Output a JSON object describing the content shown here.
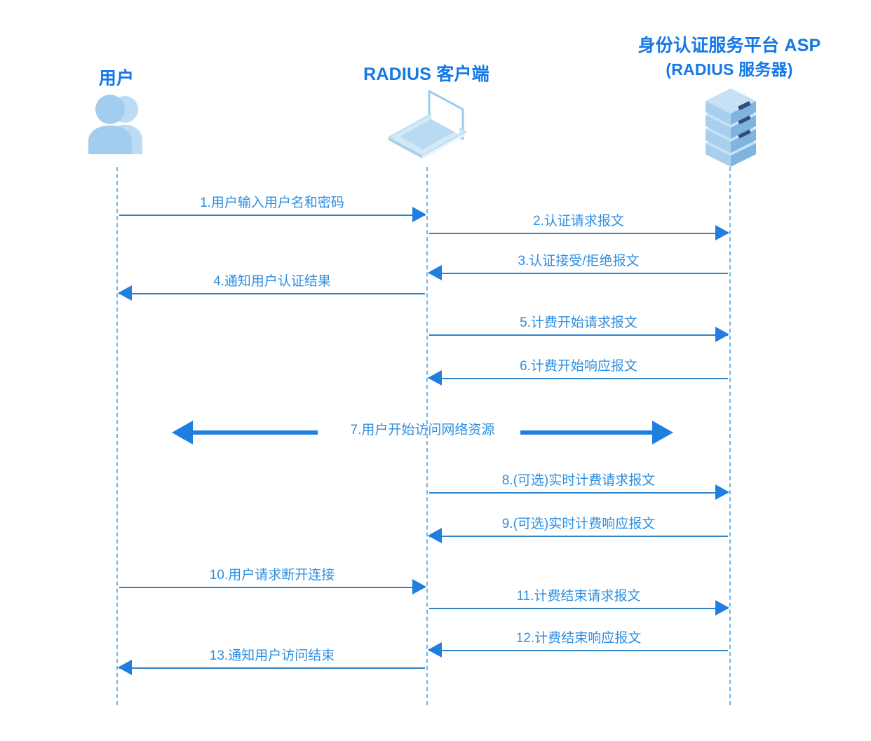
{
  "diagram": {
    "type": "sequence-diagram",
    "colors": {
      "title": "#1478e6",
      "label": "#2f8fe0",
      "arrow": "#1f7ee0",
      "line": "#2f82c4",
      "lifeline": "#6fb8e8",
      "icon_light": "#a8d2f0",
      "background": "#ffffff"
    },
    "actors": [
      {
        "id": "user",
        "title_line1": "用户",
        "title_line2": "",
        "icon": "users-icon"
      },
      {
        "id": "client",
        "title_line1": "RADIUS 客户端",
        "title_line2": "",
        "icon": "laptop-icon"
      },
      {
        "id": "server",
        "title_line1": "身份认证服务平台 ASP",
        "title_line2": "(RADIUS 服务器)",
        "icon": "server-rack-icon"
      }
    ],
    "messages": [
      {
        "num": "1",
        "label": "1.用户输入用户名和密码",
        "from": "user",
        "to": "client",
        "direction": "right"
      },
      {
        "num": "2",
        "label": "2.认证请求报文",
        "from": "client",
        "to": "server",
        "direction": "right"
      },
      {
        "num": "3",
        "label": "3.认证接受/拒绝报文",
        "from": "server",
        "to": "client",
        "direction": "left"
      },
      {
        "num": "4",
        "label": "4.通知用户认证结果",
        "from": "client",
        "to": "user",
        "direction": "left"
      },
      {
        "num": "5",
        "label": "5.计费开始请求报文",
        "from": "client",
        "to": "server",
        "direction": "right"
      },
      {
        "num": "6",
        "label": "6.计费开始响应报文",
        "from": "server",
        "to": "client",
        "direction": "left"
      },
      {
        "num": "7",
        "label": "7.用户开始访问网络资源",
        "from": "user",
        "to": "server",
        "direction": "both"
      },
      {
        "num": "8",
        "label": "8.(可选)实时计费请求报文",
        "from": "client",
        "to": "server",
        "direction": "right"
      },
      {
        "num": "9",
        "label": "9.(可选)实时计费响应报文",
        "from": "server",
        "to": "client",
        "direction": "left"
      },
      {
        "num": "10",
        "label": "10.用户请求断开连接",
        "from": "user",
        "to": "client",
        "direction": "right"
      },
      {
        "num": "11",
        "label": "11.计费结束请求报文",
        "from": "client",
        "to": "server",
        "direction": "right"
      },
      {
        "num": "12",
        "label": "12.计费结束响应报文",
        "from": "server",
        "to": "client",
        "direction": "left"
      },
      {
        "num": "13",
        "label": "13.通知用户访问结束",
        "from": "client",
        "to": "user",
        "direction": "left"
      }
    ]
  }
}
